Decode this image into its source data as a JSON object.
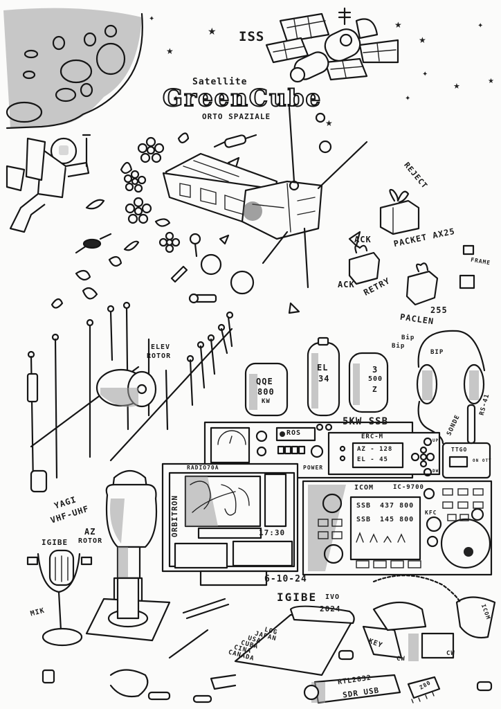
{
  "illustration": {
    "style": "pen-and-ink sketch with pencil shading",
    "palette": {
      "ink": "#161616",
      "paper": "#fbfbfa",
      "shading": "#9d9d9d"
    }
  },
  "title": {
    "top": "Satellite",
    "main": "GreenCube",
    "sub": "ORTO SPAZIALE"
  },
  "space": {
    "iss_label": "ISS",
    "moon": "moon-icon",
    "astronaut": "astronaut-icon"
  },
  "packets": {
    "reject": "REJECT",
    "packet": "PACKET AX25",
    "ack_top": "ACK",
    "ack_bottom": "ACK",
    "retry": "RETRY",
    "paclen_value": "255",
    "paclen": "PACLEN",
    "frame": "FRAME"
  },
  "antenna": {
    "elev_rotor_line1": "ELEV",
    "elev_rotor_line2": "ROTOR",
    "yagi_line1": "YAGI",
    "yagi_line2": "VHF-UHF",
    "az_rotor_line1": "AZ",
    "az_rotor_line2": "ROTOR"
  },
  "tubes": [
    {
      "line1": "QQE",
      "line2": "800",
      "line3": "KW"
    },
    {
      "line1": "EL",
      "line2": "34",
      "line3": ""
    },
    {
      "line1": "3",
      "line2": "500",
      "line3": "Z"
    }
  ],
  "headphones": {
    "bip1": "Bip",
    "bip2": "Bip",
    "bip3": "BIP",
    "sonde": "SONDE",
    "rs41": "RS-41",
    "ttgo": "TTGO",
    "ttgo_side": "ON OTY"
  },
  "amplifier": {
    "label": "5KW SSB",
    "ros": "ROS",
    "power": "POWER"
  },
  "rotor_controller": {
    "label": "ERC-M",
    "az": "AZ - 128",
    "el": "EL - 45",
    "up": "UP",
    "dw": "DW"
  },
  "computer": {
    "top_label": "RADIO70A",
    "app": "ORBITRON",
    "time": "17:30"
  },
  "radio": {
    "brand": "ICOM",
    "model": "IC-9700",
    "line1_mode": "SSB",
    "line1_freq": "437 800",
    "line2_mode": "SSB",
    "line2_freq": "145 800",
    "knob": "KFC"
  },
  "desk": {
    "mic_brand": "IGIBE",
    "mic": "MIK",
    "date": "6-10-24",
    "signature": "IGIBE",
    "signature_suffix": "IVO",
    "year": "2024",
    "log": [
      "LOG",
      "JAPAN",
      "USA",
      "CUBA",
      "CINA",
      "CANADA"
    ],
    "sdr_chip": "RTL2832",
    "sdr_label": "SDR USB",
    "key": "KEY",
    "cw1": "CW",
    "cw2": "CW",
    "chip": "Z80",
    "hand_mic": "ICOM"
  }
}
